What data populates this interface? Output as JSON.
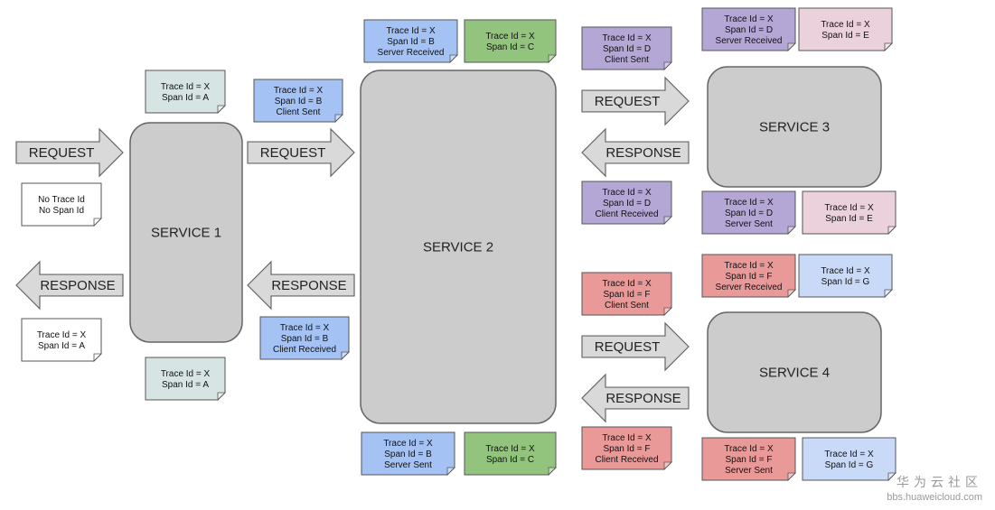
{
  "services": [
    {
      "id": "service-1",
      "label": "SERVICE 1"
    },
    {
      "id": "service-2",
      "label": "SERVICE 2"
    },
    {
      "id": "service-3",
      "label": "SERVICE 3"
    },
    {
      "id": "service-4",
      "label": "SERVICE 4"
    }
  ],
  "arrows": [
    {
      "id": "request-into-service-1",
      "label": "REQUEST"
    },
    {
      "id": "response-from-service-1",
      "label": "RESPONSE"
    },
    {
      "id": "request-into-service-2",
      "label": "REQUEST"
    },
    {
      "id": "response-from-service-2",
      "label": "RESPONSE"
    },
    {
      "id": "request-into-service-3",
      "label": "REQUEST"
    },
    {
      "id": "response-from-service-3",
      "label": "RESPONSE"
    },
    {
      "id": "request-into-service-4",
      "label": "REQUEST"
    },
    {
      "id": "response-from-service-4",
      "label": "RESPONSE"
    }
  ],
  "notes": [
    {
      "id": "incoming-request",
      "lines": [
        "No Trace Id",
        "No Span Id"
      ],
      "color": "#ffffff"
    },
    {
      "id": "service-1-in",
      "lines": [
        "Trace Id = X",
        "Span Id = A"
      ],
      "color": "#d6e4e4"
    },
    {
      "id": "service-1-out",
      "lines": [
        "Trace Id = X",
        "Span Id = A"
      ],
      "color": "#d6e4e4"
    },
    {
      "id": "outgoing-response",
      "lines": [
        "Trace Id = X",
        "Span Id = A"
      ],
      "color": "#ffffff"
    },
    {
      "id": "s2-client-sent",
      "lines": [
        "Trace Id = X",
        "Span Id = B",
        "Client Sent"
      ],
      "color": "#a4c2f4"
    },
    {
      "id": "s2-client-received",
      "lines": [
        "Trace Id = X",
        "Span Id = B",
        "Client Received"
      ],
      "color": "#a4c2f4"
    },
    {
      "id": "s2-server-received",
      "lines": [
        "Trace Id = X",
        "Span Id = B",
        "Server Received"
      ],
      "color": "#a4c2f4"
    },
    {
      "id": "s2-span-c-top",
      "lines": [
        "Trace Id = X",
        "Span Id = C"
      ],
      "color": "#93c47d"
    },
    {
      "id": "s2-server-sent",
      "lines": [
        "Trace Id = X",
        "Span Id = B",
        "Server Sent"
      ],
      "color": "#a4c2f4"
    },
    {
      "id": "s2-span-c-bottom",
      "lines": [
        "Trace Id = X",
        "Span Id = C"
      ],
      "color": "#93c47d"
    },
    {
      "id": "s3-client-sent",
      "lines": [
        "Trace Id = X",
        "Span Id = D",
        "Client Sent"
      ],
      "color": "#b4a7d6"
    },
    {
      "id": "s3-client-received",
      "lines": [
        "Trace Id = X",
        "Span Id = D",
        "Client Received"
      ],
      "color": "#b4a7d6"
    },
    {
      "id": "s3-server-received",
      "lines": [
        "Trace Id = X",
        "Span Id = D",
        "Server Received"
      ],
      "color": "#b4a7d6"
    },
    {
      "id": "s3-span-e-top",
      "lines": [
        "Trace Id = X",
        "Span Id = E"
      ],
      "color": "#ead1dc"
    },
    {
      "id": "s3-server-sent",
      "lines": [
        "Trace Id = X",
        "Span Id = D",
        "Server Sent"
      ],
      "color": "#b4a7d6"
    },
    {
      "id": "s3-span-e-bottom",
      "lines": [
        "Trace Id = X",
        "Span Id = E"
      ],
      "color": "#ead1dc"
    },
    {
      "id": "s4-client-sent",
      "lines": [
        "Trace Id = X",
        "Span Id = F",
        "Client Sent"
      ],
      "color": "#ea9999"
    },
    {
      "id": "s4-client-received",
      "lines": [
        "Trace Id = X",
        "Span Id = F",
        "Client Received"
      ],
      "color": "#ea9999"
    },
    {
      "id": "s4-server-received",
      "lines": [
        "Trace Id = X",
        "Span Id = F",
        "Server Received"
      ],
      "color": "#ea9999"
    },
    {
      "id": "s4-span-g-top",
      "lines": [
        "Trace Id = X",
        "Span Id = G"
      ],
      "color": "#c9daf8"
    },
    {
      "id": "s4-server-sent",
      "lines": [
        "Trace Id = X",
        "Span Id = F",
        "Server Sent"
      ],
      "color": "#ea9999"
    },
    {
      "id": "s4-span-g-bottom",
      "lines": [
        "Trace Id = X",
        "Span Id = G"
      ],
      "color": "#c9daf8"
    }
  ],
  "colors": {
    "service_fill": "#cccccc",
    "service_stroke": "#666666",
    "arrow_fill": "#d9d9d9",
    "arrow_stroke": "#666666",
    "note_stroke": "#555555"
  },
  "watermark": {
    "title": "华为云社区",
    "url": "bbs.huaweicloud.com"
  }
}
